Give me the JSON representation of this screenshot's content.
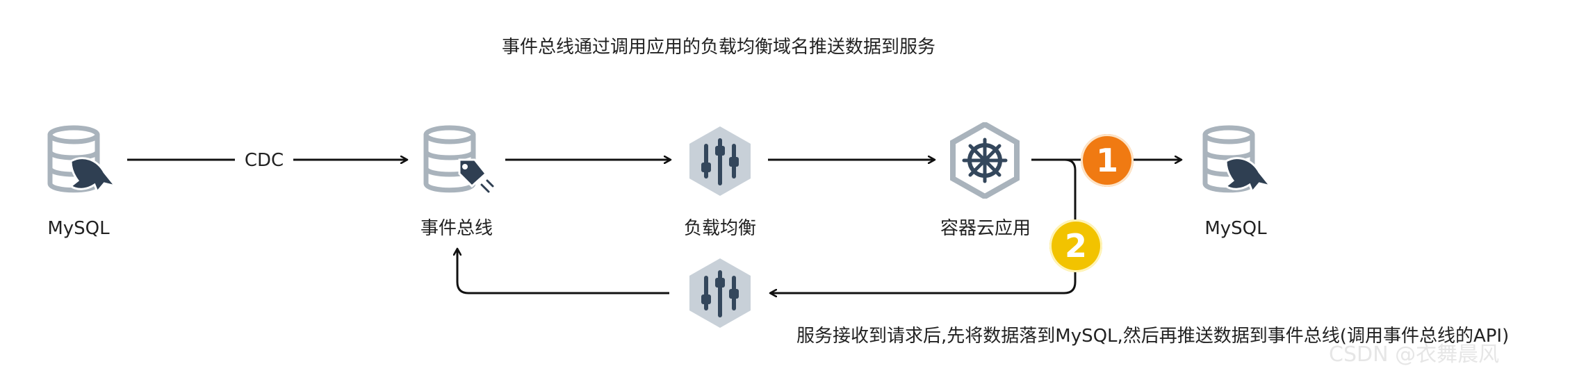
{
  "diagram": {
    "top_note": "事件总线通过调用应用的负载均衡域名推送数据到服务",
    "bottom_note": "服务接收到请求后,先将数据落到MySQL,然后再推送数据到事件总线(调用事件总线的API)",
    "edge_label_cdc": "CDC",
    "watermark": "CSDN @衣舞晨风",
    "nodes": {
      "mysql_source": "MySQL",
      "event_bus": "事件总线",
      "load_balancer": "负载均衡",
      "container_app": "容器云应用",
      "mysql_target": "MySQL"
    },
    "badges": {
      "step1": "1",
      "step2": "2"
    },
    "colors": {
      "db_icon": "#a9b3bc",
      "dolphin": "#2f3f52",
      "hex_bg": "#c8d0d8",
      "hex_fg": "#34475c",
      "badge1": "#f07a12",
      "badge2": "#f2c300",
      "line": "#111111"
    }
  }
}
